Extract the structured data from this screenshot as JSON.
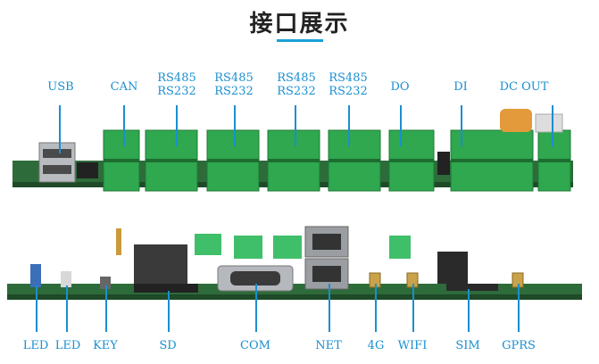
{
  "title": "接口展示",
  "top_labels": [
    {
      "id": "usb",
      "lines": [
        "USB"
      ]
    },
    {
      "id": "can",
      "lines": [
        "CAN"
      ]
    },
    {
      "id": "rs1",
      "lines": [
        "RS485",
        "RS232"
      ]
    },
    {
      "id": "rs2",
      "lines": [
        "RS485",
        "RS232"
      ]
    },
    {
      "id": "rs3",
      "lines": [
        "RS485",
        "RS232"
      ]
    },
    {
      "id": "rs4",
      "lines": [
        "RS485",
        "RS232"
      ]
    },
    {
      "id": "do",
      "lines": [
        "DO"
      ]
    },
    {
      "id": "di",
      "lines": [
        "DI"
      ]
    },
    {
      "id": "dcout",
      "lines": [
        "DC OUT"
      ]
    }
  ],
  "bottom_labels": [
    {
      "id": "led1",
      "text": "LED"
    },
    {
      "id": "led2",
      "text": "LED"
    },
    {
      "id": "key",
      "text": "KEY"
    },
    {
      "id": "sd",
      "text": "SD"
    },
    {
      "id": "com",
      "text": "COM"
    },
    {
      "id": "net",
      "text": "NET"
    },
    {
      "id": "g4",
      "text": "4G"
    },
    {
      "id": "wifi",
      "text": "WIFI"
    },
    {
      "id": "sim",
      "text": "SIM"
    },
    {
      "id": "gprs",
      "text": "GPRS"
    }
  ],
  "colors": {
    "accent": "#1a8fd0",
    "terminal": "#2fa84f",
    "pcb": "#2e6b3a"
  }
}
